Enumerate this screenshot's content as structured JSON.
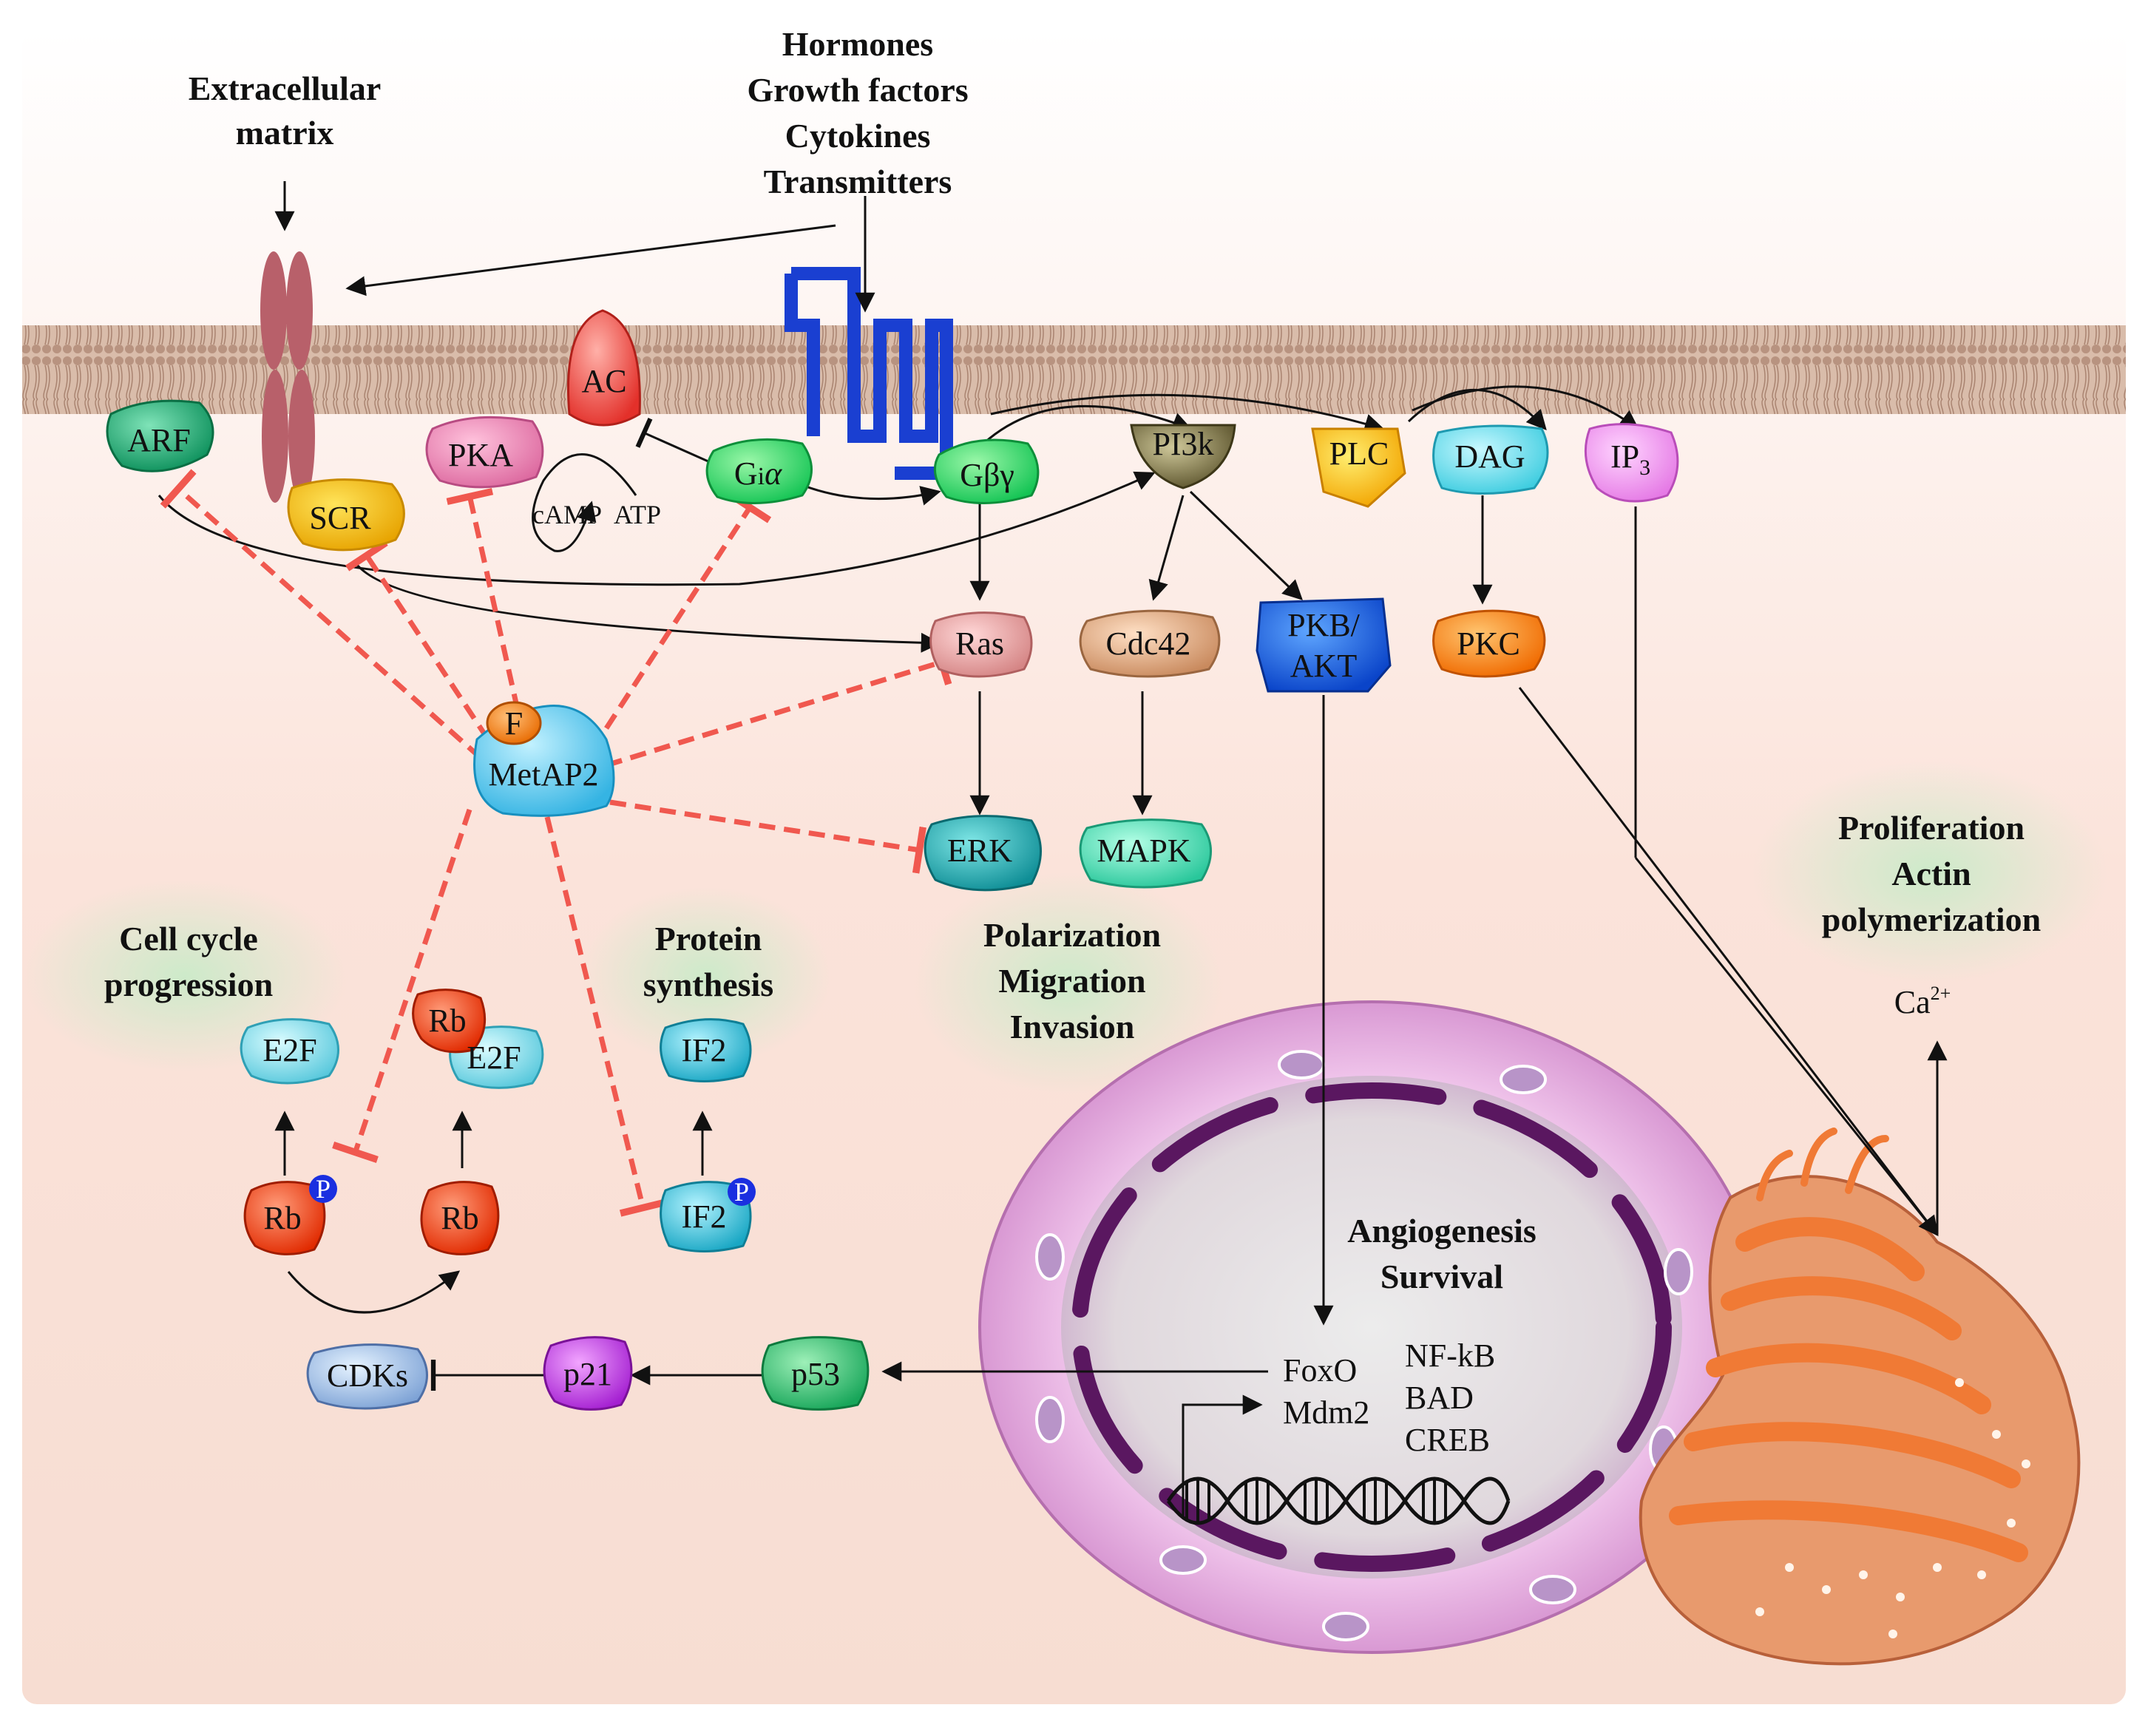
{
  "labels": {
    "ecm_1": "Extracellular",
    "ecm_2": "matrix",
    "sig_1": "Hormones",
    "sig_2": "Growth factors",
    "sig_3": "Cytokines",
    "sig_4": "Transmitters",
    "cellcycle_1": "Cell cycle",
    "cellcycle_2": "progression",
    "protein_1": "Protein",
    "protein_2": "synthesis",
    "pol_1": "Polarization",
    "pol_2": "Migration",
    "pol_3": "Invasion",
    "prolif_1": "Proliferation",
    "prolif_2": "Actin",
    "prolif_3": "polymerization",
    "angio_1": "Angiogenesis",
    "angio_2": "Survival",
    "camp": "cAMP",
    "atp": "ATP",
    "ca": "Ca",
    "ca_sup": "2+",
    "foxo": "FoxO",
    "mdm2": "Mdm2",
    "nfkb": "NF-kB",
    "bad": "BAD",
    "creb": "CREB"
  },
  "nodes": {
    "arf": "ARF",
    "scr": "SCR",
    "pka": "PKA",
    "ac": "AC",
    "gia_g": "G",
    "gia_i": "i",
    "gia_a": "α",
    "gbg": "Gβγ",
    "pi3k": "PI3k",
    "plc": "PLC",
    "dag": "DAG",
    "ip3": "IP",
    "ip3_sub": "3",
    "ras": "Ras",
    "cdc42": "Cdc42",
    "pkb_1": "PKB/",
    "pkb_2": "AKT",
    "pkc": "PKC",
    "f": "F",
    "metap2": "MetAP2",
    "erk": "ERK",
    "mapk": "MAPK",
    "e2f": "E2F",
    "rb_e2f_rb": "Rb",
    "rb_e2f_e2f": "E2F",
    "if2_top": "IF2",
    "rbp": "Rb",
    "rb": "Rb",
    "if2p": "IF2",
    "p_badge": "P",
    "cdks": "CDKs",
    "p21": "p21",
    "p53": "p53"
  },
  "colors": {
    "inhibition": "#f0584f",
    "arrow": "#111111",
    "receptor": "#1a3fd1",
    "membrane": "#c9a48e"
  }
}
